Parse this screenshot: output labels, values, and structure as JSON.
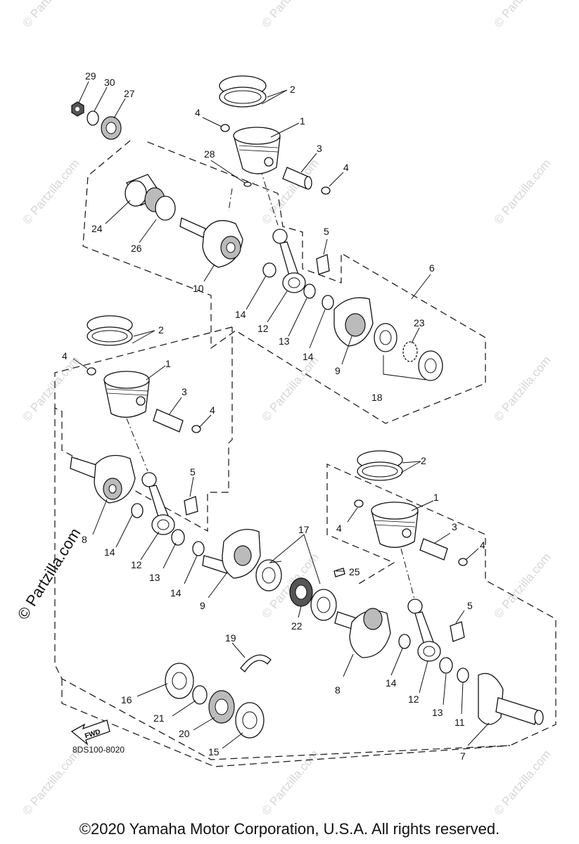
{
  "diagram": {
    "code": "8DS100-8020",
    "fwd_label": "FWD",
    "side_brand": "© Partzilla.com",
    "watermark": "© Partzilla.com",
    "copyright": "©2020 Yamaha Motor Corporation, U.S.A. All rights reserved."
  },
  "callouts": {
    "c29": "29",
    "c30": "30",
    "c27": "27",
    "c2a": "2",
    "c4a": "4",
    "c1a": "1",
    "c28": "28",
    "c3a": "3",
    "c4b": "4",
    "c24": "24",
    "c26": "26",
    "c5a": "5",
    "c6": "6",
    "c10": "10",
    "c14a": "14",
    "c12a": "12",
    "c13a": "13",
    "c14b": "14",
    "c23": "23",
    "c9a": "9",
    "c18": "18",
    "c2b": "2",
    "c4c": "4",
    "c1b": "1",
    "c3b": "3",
    "c4d": "4",
    "c5b": "5",
    "c8a": "8",
    "c14c": "14",
    "c12b": "12",
    "c13b": "13",
    "c14d": "14",
    "c9b": "9",
    "c17": "17",
    "c25": "25",
    "c22": "22",
    "c2c": "2",
    "c1c": "1",
    "c4e": "4",
    "c3c": "3",
    "c4f": "4",
    "c5c": "5",
    "c8b": "8",
    "c14e": "14",
    "c12c": "12",
    "c13c": "13",
    "c11": "11",
    "c7": "7",
    "c19": "19",
    "c16": "16",
    "c21": "21",
    "c20": "20",
    "c15": "15"
  }
}
